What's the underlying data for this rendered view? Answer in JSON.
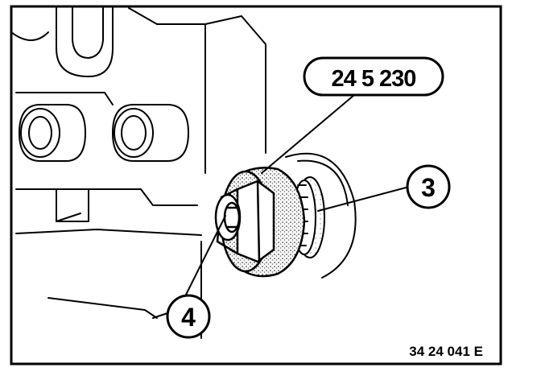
{
  "callouts": {
    "tool": "24 5 230",
    "item_3": "3",
    "item_4": "4"
  },
  "figure_code": "34 24 041 E",
  "colors": {
    "ink": "#000000",
    "paper": "#ffffff",
    "speckle": "#555555"
  }
}
